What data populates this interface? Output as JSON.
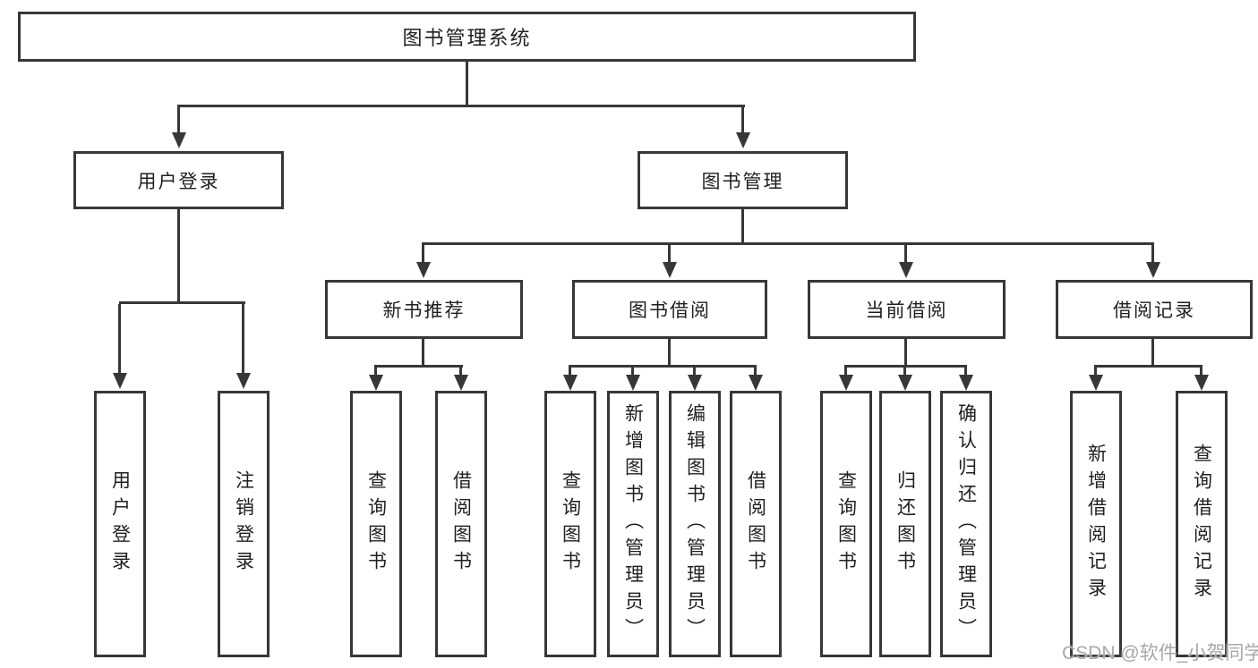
{
  "diagram": {
    "root_label": "图书管理系统",
    "user_login": {
      "label": "用户登录",
      "children": [
        "用户登录",
        "注销登录"
      ]
    },
    "book_management": {
      "label": "图书管理"
    },
    "new_book": {
      "label": "新书推荐",
      "children": [
        "查询图书",
        "借阅图书"
      ]
    },
    "book_borrow": {
      "label": "图书借阅",
      "children": [
        "查询图书",
        "新增图书（管理员）",
        "编辑图书（管理员）",
        "借阅图书"
      ]
    },
    "current_borrow": {
      "label": "当前借阅",
      "children": [
        "查询图书",
        "归还图书",
        "确认归还（管理员）"
      ]
    },
    "borrow_records": {
      "label": "借阅记录",
      "children": [
        "新增借阅记录",
        "查询借阅记录"
      ]
    }
  },
  "watermark": "CSDN @软件_小贺同学",
  "colors": {
    "line": "#373737",
    "text": "#1f1f1f",
    "watermark": "#a8a8a8",
    "background": "#ffffff"
  }
}
